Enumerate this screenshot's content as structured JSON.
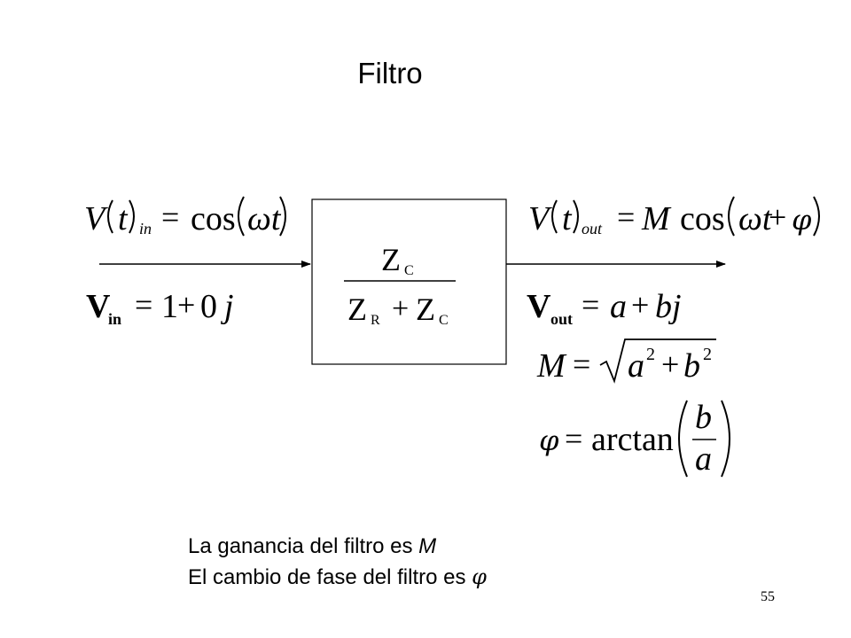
{
  "title": "Filtro",
  "input": {
    "time_eq_prefix": "V",
    "time_eq_t": "t",
    "time_eq_sub": "in",
    "time_eq_rhs_fn": "cos",
    "time_eq_rhs_arg": "ωt",
    "phasor_symbol": "V",
    "phasor_sub": "in",
    "phasor_rhs_1": "1",
    "phasor_rhs_plus": "+",
    "phasor_rhs_2": "0",
    "phasor_rhs_j": "j"
  },
  "filter_block": {
    "num_symbol": "Z",
    "num_sub": "C",
    "den_symbol_1": "Z",
    "den_sub_1": "R",
    "den_plus": "+",
    "den_symbol_2": "Z",
    "den_sub_2": "C"
  },
  "output": {
    "time_eq_prefix": "V",
    "time_eq_t": "t",
    "time_eq_sub": "out",
    "time_eq_rhs_M": "M",
    "time_eq_rhs_fn": "cos",
    "time_eq_rhs_arg_1": "ωt",
    "time_eq_rhs_plus": "+",
    "time_eq_rhs_arg_2": "φ",
    "phasor_symbol": "V",
    "phasor_sub": "out",
    "phasor_rhs_a": "a",
    "phasor_rhs_plus": "+",
    "phasor_rhs_bj": "bj"
  },
  "magnitude_eq": {
    "lhs": "M",
    "a": "a",
    "exp_a": "2",
    "plus": "+",
    "b": "b",
    "exp_b": "2"
  },
  "phase_eq": {
    "lhs": "φ",
    "fn": "arctan",
    "num": "b",
    "den": "a"
  },
  "caption": {
    "line1_text": "La ganancia del filtro es ",
    "line1_var": "M",
    "line2_text": "El cambio de fase del filtro es ",
    "line2_var": "φ"
  },
  "page_number": "55"
}
